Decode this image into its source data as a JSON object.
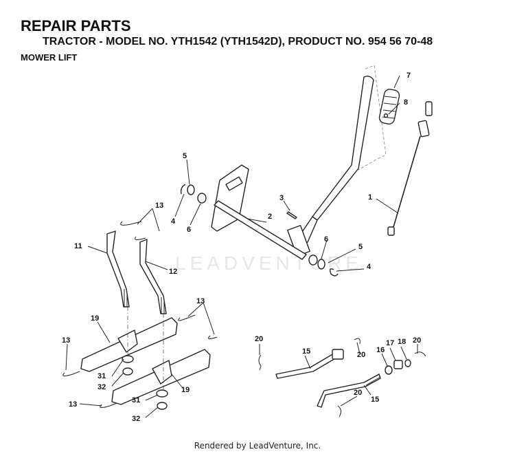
{
  "header": {
    "title": "REPAIR PARTS",
    "subtitle": "TRACTOR - MODEL NO. YTH1542 (YTH1542D), PRODUCT NO. 954 56 70-48",
    "section": "MOWER LIFT"
  },
  "watermark": "LEADVENTURE",
  "footer": "Rendered by LeadVenture, Inc.",
  "callouts": {
    "c7": "7",
    "c8": "8",
    "c1": "1",
    "c5a": "5",
    "c4a": "4",
    "c6a": "6",
    "c3": "3",
    "c2": "2",
    "c6b": "6",
    "c5b": "5",
    "c4b": "4",
    "c13a": "13",
    "c11": "11",
    "c12": "12",
    "c13b": "13",
    "c19a": "19",
    "c13c": "13",
    "c31a": "31",
    "c32a": "32",
    "c19b": "19",
    "c13d": "13",
    "c31b": "31",
    "c32b": "32",
    "c20a": "20",
    "c15a": "15",
    "c20b": "20",
    "c16": "16",
    "c17": "17",
    "c18": "18",
    "c20c": "20",
    "c20d": "20",
    "c15b": "15"
  }
}
